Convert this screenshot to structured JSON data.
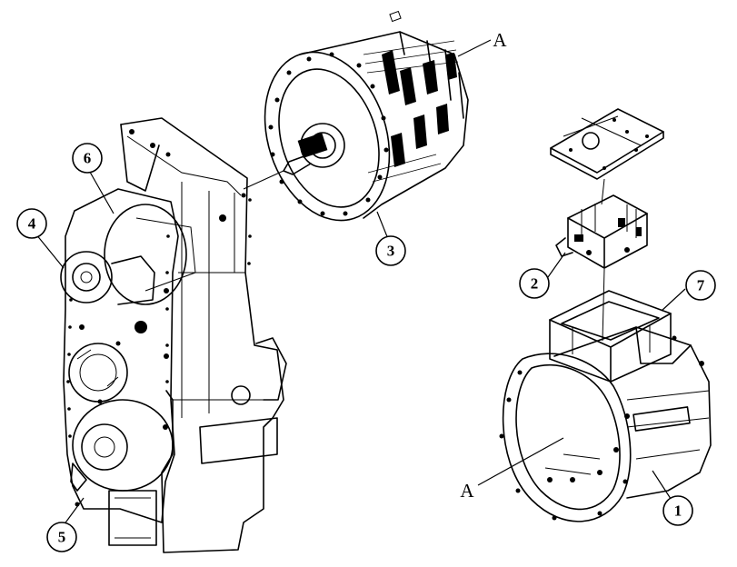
{
  "callouts": [
    {
      "id": "1",
      "label": "1"
    },
    {
      "id": "2",
      "label": "2"
    },
    {
      "id": "3",
      "label": "3"
    },
    {
      "id": "4",
      "label": "4"
    },
    {
      "id": "5",
      "label": "5"
    },
    {
      "id": "6",
      "label": "6"
    },
    {
      "id": "7",
      "label": "7"
    }
  ],
  "letters": {
    "top": "A",
    "bottom": "A"
  }
}
